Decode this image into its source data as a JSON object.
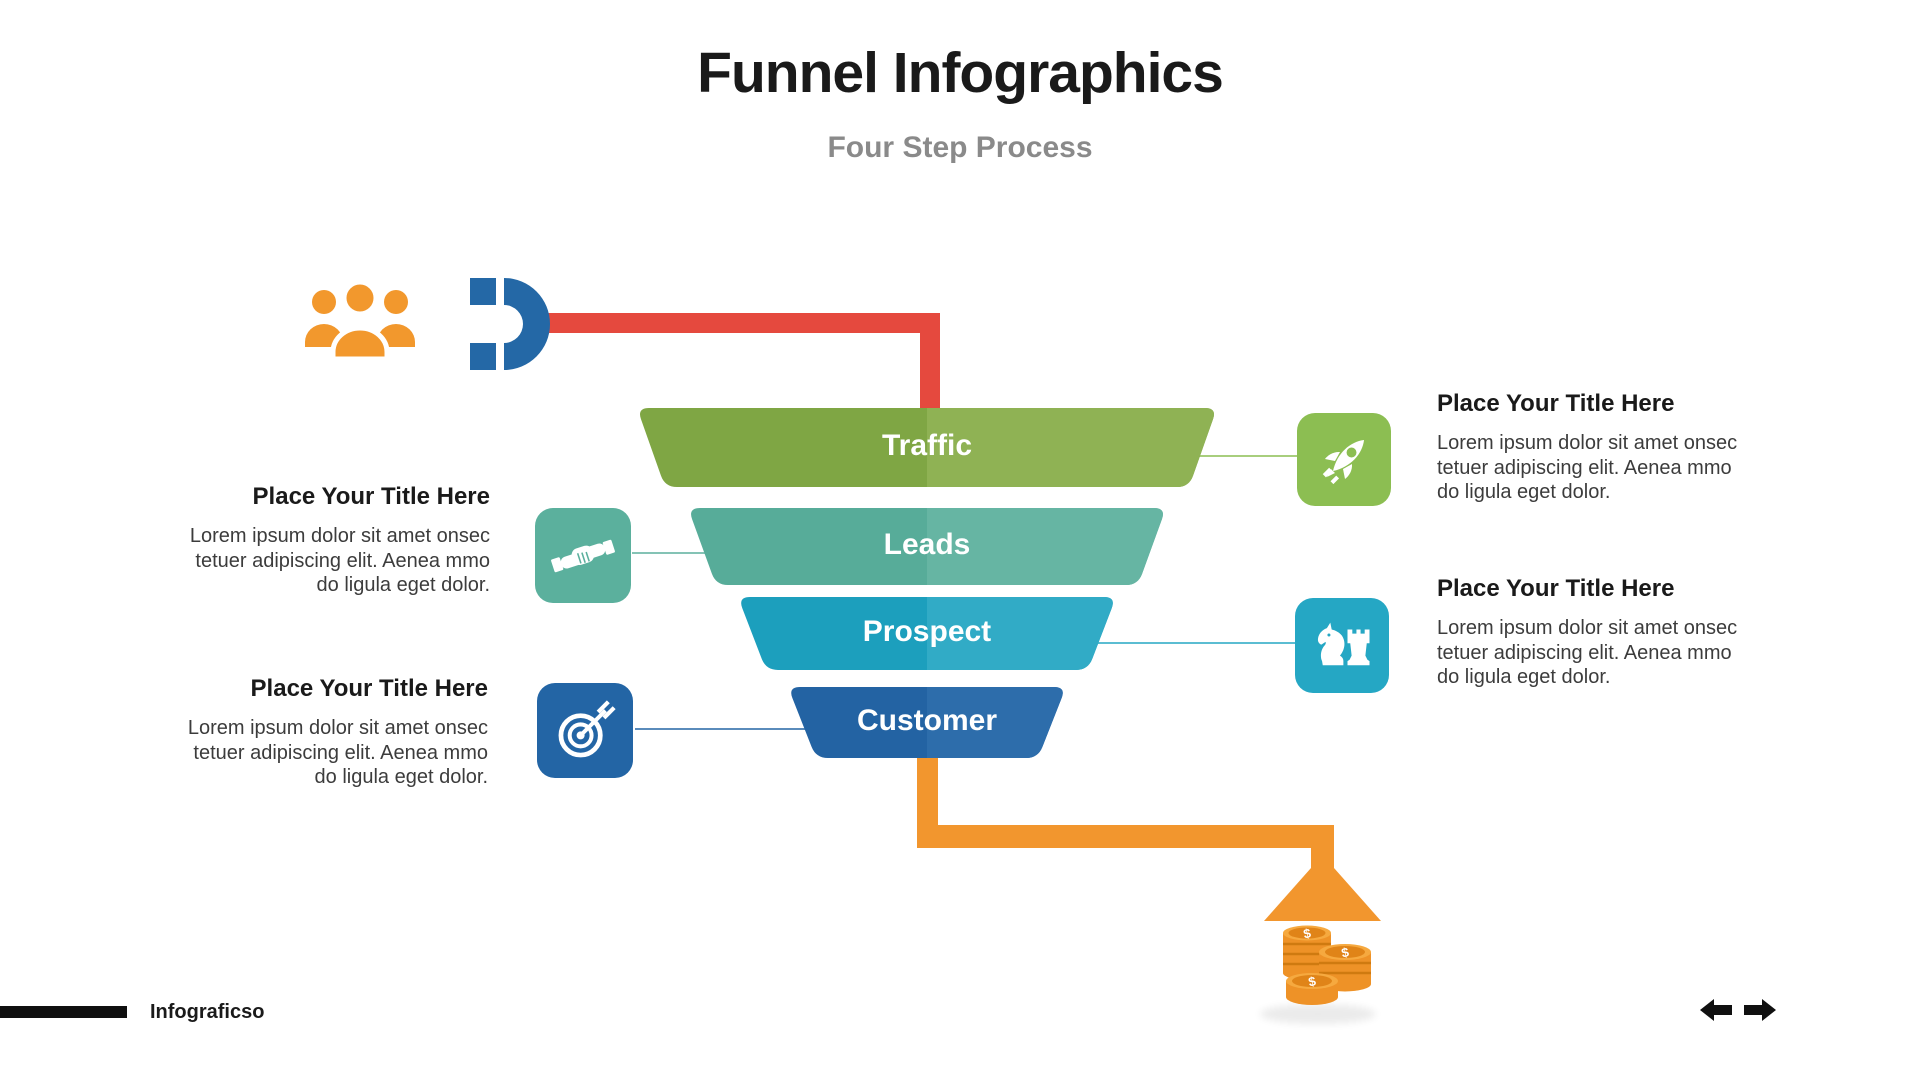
{
  "slide": {
    "title": "Funnel Infographics",
    "subtitle": "Four Step Process"
  },
  "funnel": {
    "steps": [
      {
        "label": "Traffic",
        "color": "#7fa644",
        "color_light": "#8fb254"
      },
      {
        "label": "Leads",
        "color": "#57ac99",
        "color_light": "#66b5a3"
      },
      {
        "label": "Prospect",
        "color": "#1c9fbd",
        "color_light": "#31abc6"
      },
      {
        "label": "Customer",
        "color": "#2363a3",
        "color_light": "#2d6dab"
      }
    ],
    "inlet_pipe_color": "#e5493e",
    "outlet_pipe_color": "#f2962e",
    "source_icon": "users-icon",
    "attract_icon": "magnet-icon",
    "result_icon": "coins-icon"
  },
  "callouts": [
    {
      "side": "left",
      "icon": "handshake-icon",
      "icon_color": "#5bb09d",
      "title": "Place Your Title Here",
      "body_lines": [
        "Lorem ipsum dolor sit amet onsec",
        "tetuer adipiscing elit. Aenea mmo",
        "do ligula eget dolor."
      ]
    },
    {
      "side": "left",
      "icon": "target-arrow-icon",
      "icon_color": "#2365a5",
      "title": "Place Your Title Here",
      "body_lines": [
        "Lorem ipsum dolor sit amet onsec",
        "tetuer adipiscing elit. Aenea mmo",
        "do ligula eget dolor."
      ]
    },
    {
      "side": "right",
      "icon": "rocket-icon",
      "icon_color": "#8cbe52",
      "title": "Place Your Title Here",
      "body_lines": [
        "Lorem ipsum dolor sit amet onsec",
        "tetuer adipiscing elit. Aenea mmo",
        "do ligula eget dolor."
      ]
    },
    {
      "side": "right",
      "icon": "chess-icon",
      "icon_color": "#25a7c4",
      "title": "Place Your Title Here",
      "body_lines": [
        "Lorem ipsum dolor sit amet onsec",
        "tetuer adipiscing elit. Aenea mmo",
        "do ligula eget dolor."
      ]
    }
  ],
  "footer": {
    "brand": "Infograficso"
  },
  "palette": {
    "red": "#e5493e",
    "orange": "#f2962e",
    "magnet_blue": "#2468a6",
    "people_orange": "#f2982d",
    "coin_base": "#ee9227",
    "coin_dark": "#e08418",
    "coin_light": "#f6a93f",
    "coin_sep": "#cf7a10",
    "text_dark": "#1a1a1a",
    "text_body": "#3c3c3c",
    "text_muted": "#8a8a8a"
  }
}
